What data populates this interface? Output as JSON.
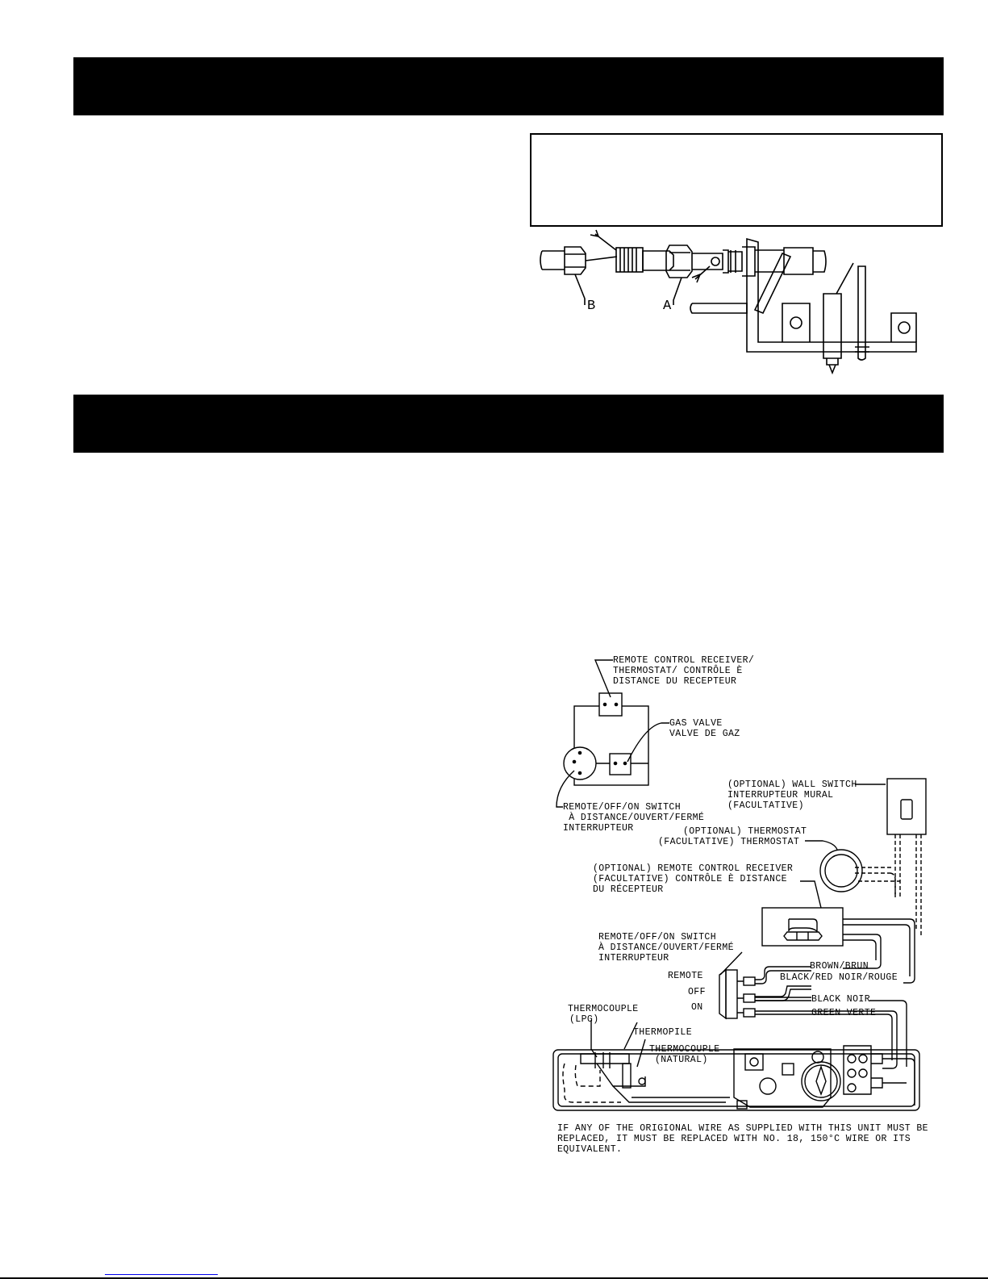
{
  "pilot_assembly": {
    "label_a": "A",
    "label_b": "B"
  },
  "wiring_diagram": {
    "schematic": {
      "receiver_label": [
        "REMOTE CONTROL RECEIVER/",
        "THERMOSTAT/ CONTRÔLE È",
        "DISTANCE DU RECEPTEUR"
      ],
      "gas_valve_label": [
        "GAS VALVE",
        "VALVE DE GAZ"
      ],
      "switch_label": [
        "REMOTE/OFF/ON SWITCH",
        " À DISTANCE/OUVERT/FERMÉ",
        "INTERRUPTEUR"
      ]
    },
    "wall_switch_label": [
      "(OPTIONAL) WALL SWITCH",
      "INTERRUPTEUR MURAL",
      "(FACULTATIVE)"
    ],
    "thermostat_label": [
      "(OPTIONAL) THERMOSTAT",
      "(FACULTATIVE) THERMOSTAT"
    ],
    "remote_receiver_label": [
      "(OPTIONAL) REMOTE CONTROL RECEIVER",
      "(FACULTATIVE) CONTRÔLE È DISTANCE",
      "DU RÉCEPTEUR"
    ],
    "rocker_switch_label": [
      "REMOTE/OFF/ON SWITCH",
      "À DISTANCE/OUVERT/FERMÉ",
      "INTERRUPTEUR"
    ],
    "switch_positions": [
      "REMOTE",
      "OFF",
      "ON"
    ],
    "wires": {
      "brown": "BROWN/BRUN",
      "black_red": "BLACK/RED NOIR/ROUGE",
      "black": "BLACK NOIR",
      "green": "GREEN VERTE"
    },
    "thermocouple_lpg": [
      "THERMOCOUPLE",
      "(LPG)"
    ],
    "thermopile": "THERMOPILE",
    "thermocouple_natural": [
      "THERMOCOUPLE",
      "(NATURAL)"
    ],
    "note": [
      "IF ANY OF THE ORIGIONAL WIRE AS SUPPLIED WITH THIS UNIT MUST BE",
      "REPLACED, IT MUST BE REPLACED WITH NO. 18, 150°C WIRE OR ITS",
      "EQUIVALENT."
    ]
  }
}
